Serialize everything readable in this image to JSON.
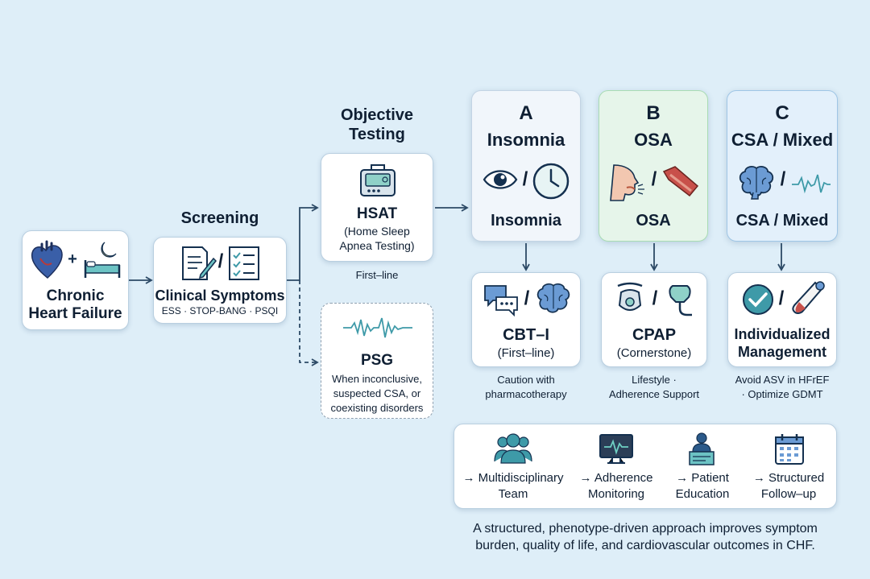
{
  "chf": {
    "label_line1": "Chronic",
    "label_line2": "Heart Failure",
    "plus": "+"
  },
  "screening": {
    "heading": "Screening",
    "title": "Clinical Symptoms",
    "tools": "ESS · STOP-BANG · PSQI",
    "slash": "/"
  },
  "objective": {
    "heading_line1": "Objective",
    "heading_line2": "Testing"
  },
  "hsat": {
    "title": "HSAT",
    "sub_line1": "(Home Sleep",
    "sub_line2": "Apnea Testing)",
    "note": "First–line"
  },
  "psg": {
    "title": "PSG",
    "note_line1": "When inconclusive,",
    "note_line2": "suspected CSA, or",
    "note_line3": "coexisting disorders"
  },
  "phenotypes": [
    {
      "letter": "A",
      "name": "Insomnia",
      "label": "Insomnia",
      "color": "#f1f6fb"
    },
    {
      "letter": "B",
      "name": "OSA",
      "label": "OSA",
      "color": "#e6f5ea"
    },
    {
      "letter": "C",
      "name": "CSA / Mixed",
      "label": "CSA / Mixed",
      "color": "#e3f0fb"
    }
  ],
  "treatments": [
    {
      "title": "CBT–I",
      "sub": "(First–line)",
      "note_line1": "Caution with",
      "note_line2": "pharmacotherapy"
    },
    {
      "title": "CPAP",
      "sub": "(Cornerstone)",
      "note_line1": "Lifestyle ·",
      "note_line2": "Adherence Support"
    },
    {
      "title_line1": "Individualized",
      "title_line2": "Management",
      "note_line1": "Avoid ASV in HFrEF",
      "note_line2": "· Optimize GDMT"
    }
  ],
  "support": [
    {
      "line1": "→ Multidisciplinary",
      "line2": "Team",
      "icon": "team-icon"
    },
    {
      "line1": "→ Adherence",
      "line2": "Monitoring",
      "icon": "monitor-icon"
    },
    {
      "line1": "→ Patient",
      "line2": "Education",
      "icon": "education-icon"
    },
    {
      "line1": "→ Structured",
      "line2": "Follow–up",
      "icon": "calendar-icon"
    }
  ],
  "conclusion": {
    "line1": "A structured, phenotype-driven approach improves symptom",
    "line2": "burden, quality of life, and cardiovascular outcomes in CHF."
  },
  "colors": {
    "navy": "#14304f",
    "teal": "#3e9aa8",
    "arrow": "#2c4a66",
    "green_border": "#a9dcb4"
  },
  "slash": "/"
}
